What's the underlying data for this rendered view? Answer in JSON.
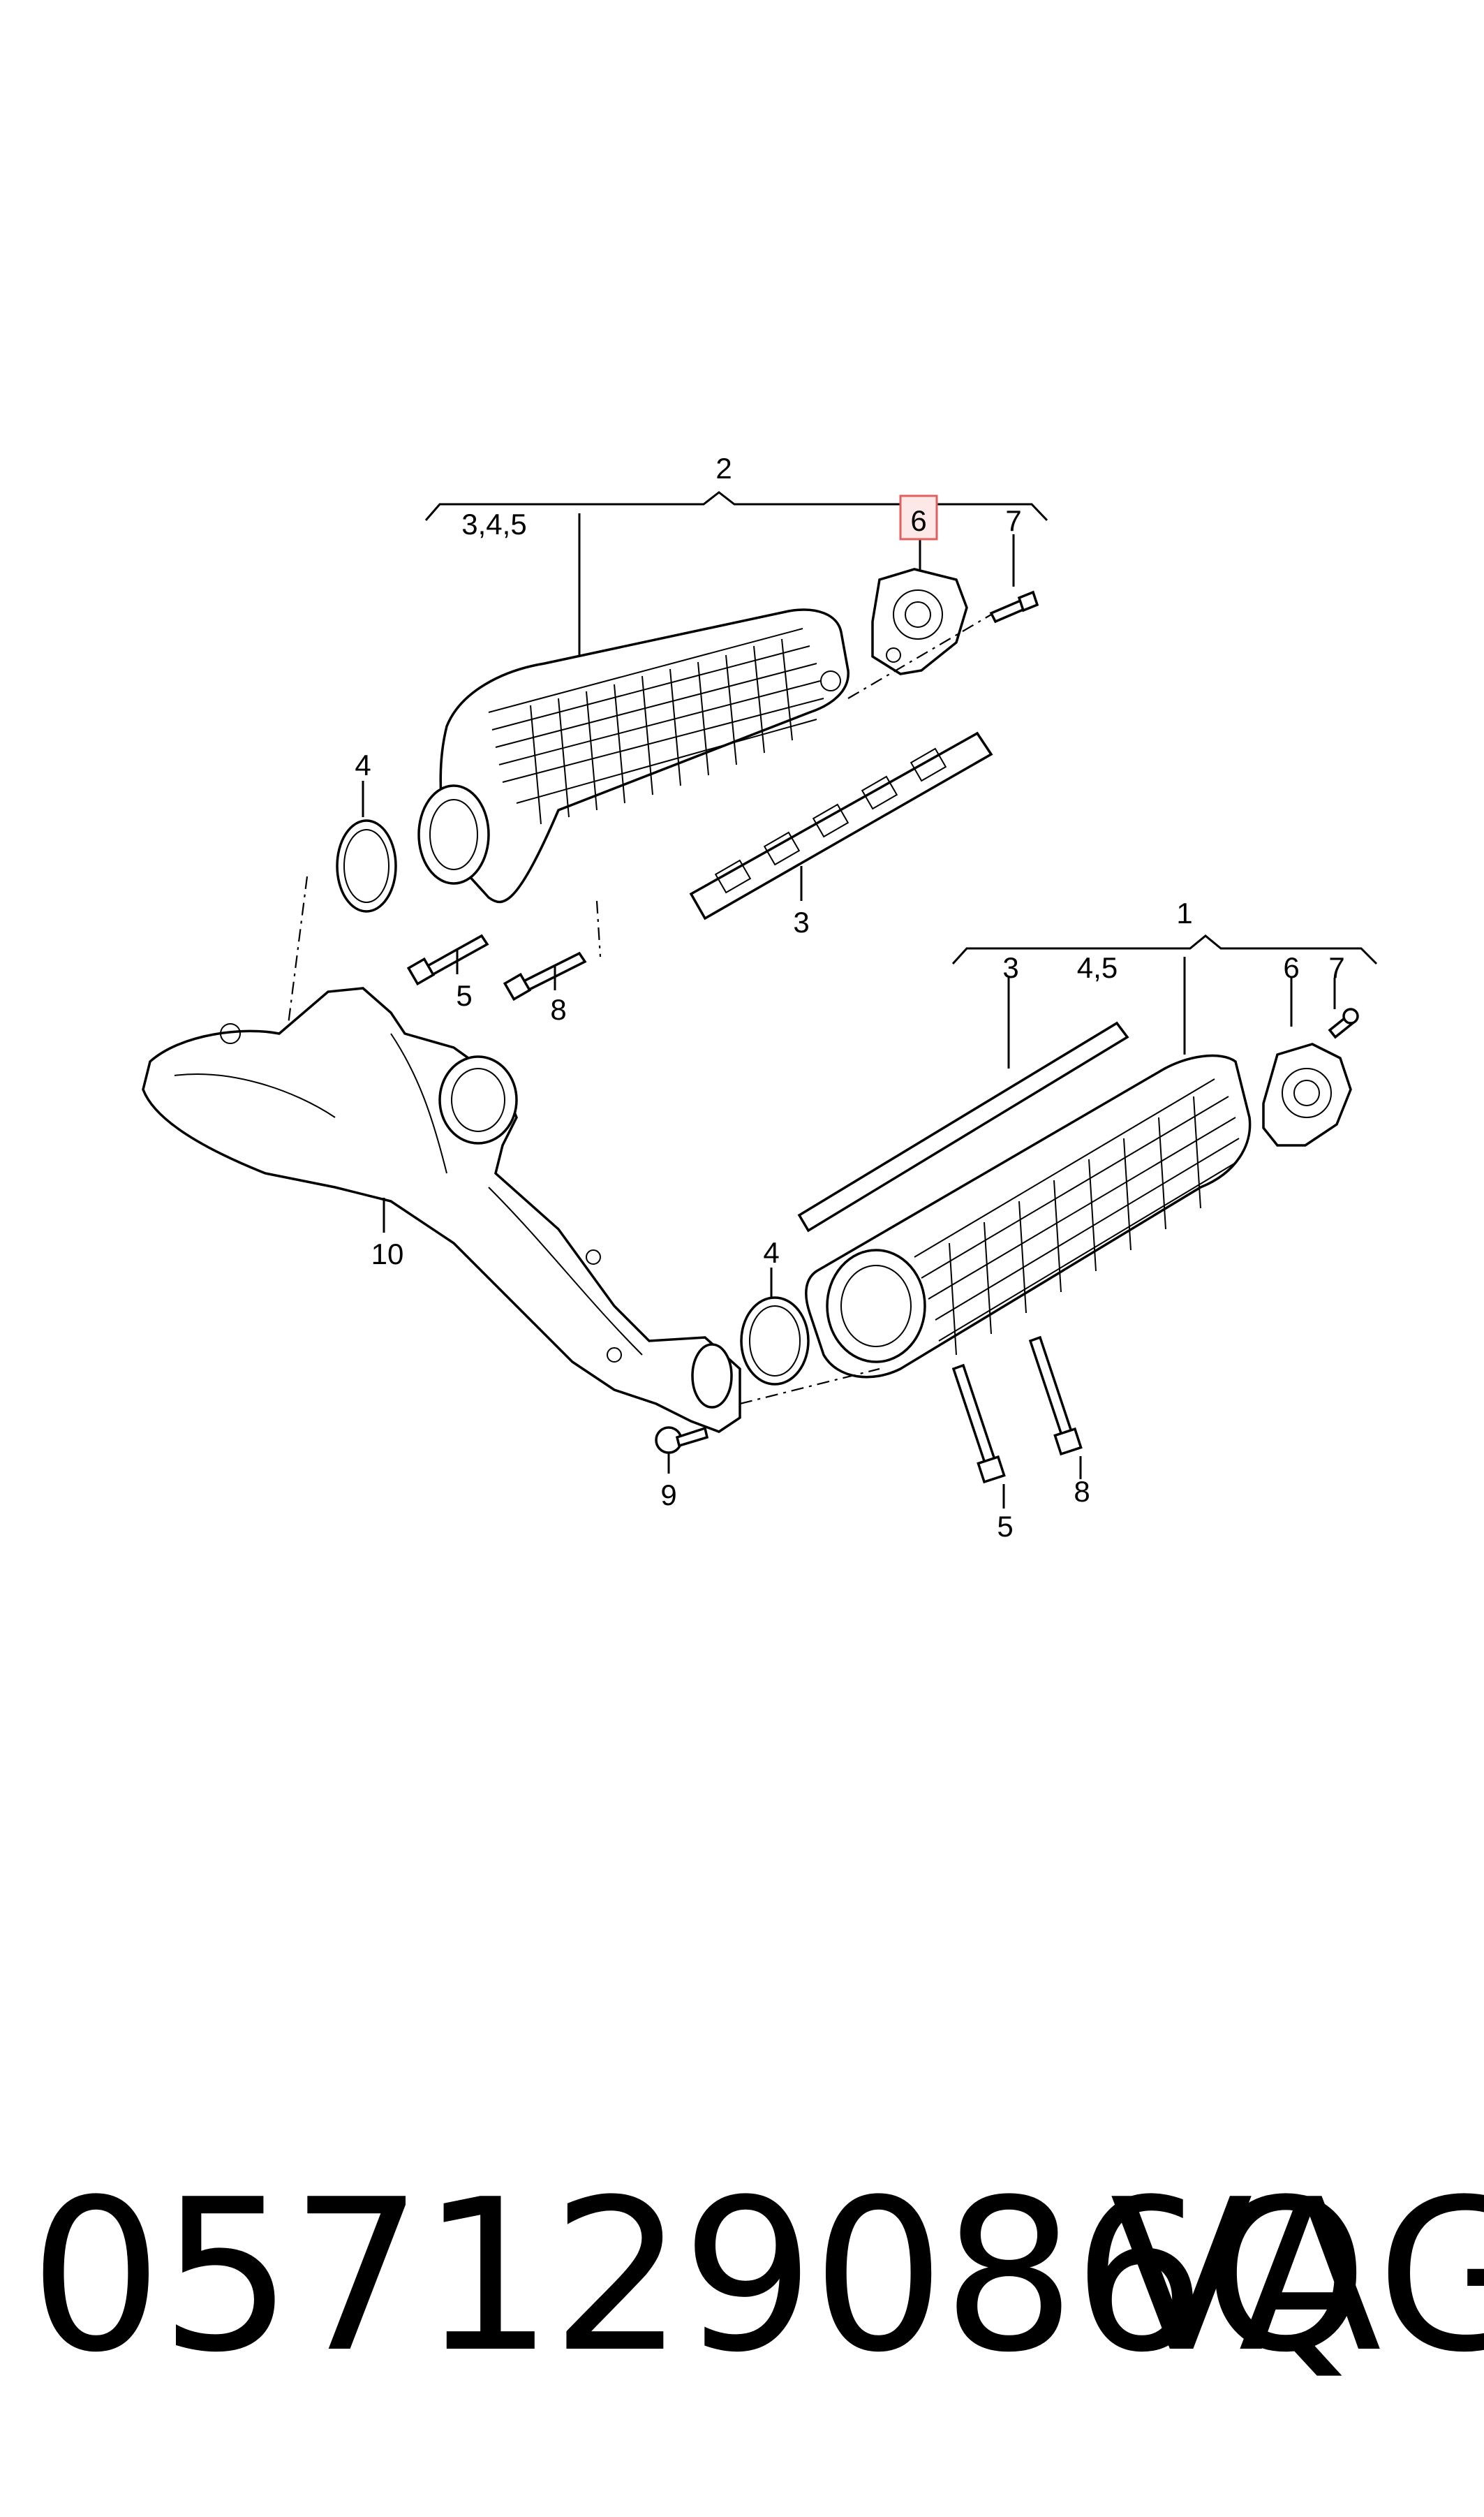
{
  "diagram": {
    "callouts_upper": {
      "group_2": "2",
      "parts_345": "3,4,5",
      "part_6": "6",
      "part_7": "7",
      "part_4": "4",
      "part_3": "3",
      "part_5": "5",
      "part_8": "8"
    },
    "callouts_lower": {
      "group_1": "1",
      "part_3": "3",
      "parts_45": "4,5",
      "part_6": "6",
      "part_7": "7",
      "part_10": "10",
      "part_4": "4",
      "part_9": "9",
      "part_5": "5",
      "part_8": "8"
    },
    "highlighted_callout": "6",
    "highlight_color": "#e06060"
  },
  "footer": {
    "part_number": "057129086Q",
    "brand": "VAG"
  }
}
